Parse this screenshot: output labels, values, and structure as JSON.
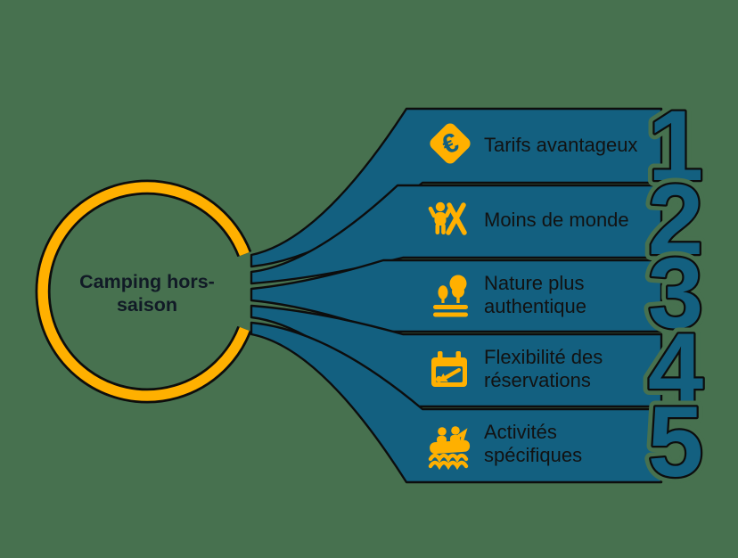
{
  "background_color": "#47714F",
  "palette": {
    "banner_blue": "#136080",
    "accent_orange": "#FFB000",
    "outline_black": "#0D0D0D",
    "label_text": "#121212"
  },
  "center": {
    "title_line1": "Camping hors-",
    "title_line2": "saison"
  },
  "items": [
    {
      "number": "1",
      "label": "Tarifs avantageux",
      "line1": "Tarifs avantageux",
      "line2": "",
      "icon": "euro-price-tag-icon"
    },
    {
      "number": "2",
      "label": "Moins de monde",
      "line1": "Moins de monde",
      "line2": "",
      "icon": "person-tent-icon"
    },
    {
      "number": "3",
      "label": "Nature plus authentique",
      "line1": "Nature plus",
      "line2": "authentique",
      "icon": "trees-nature-icon"
    },
    {
      "number": "4",
      "label": "Flexibilité des réservations",
      "line1": "Flexibilité des",
      "line2": "réservations",
      "icon": "calendar-arrow-icon"
    },
    {
      "number": "5",
      "label": "Activités spécifiques",
      "line1": "Activités",
      "line2": "spécifiques",
      "icon": "rafting-icon"
    }
  ],
  "icon_glyphs": {
    "euro": "€"
  }
}
